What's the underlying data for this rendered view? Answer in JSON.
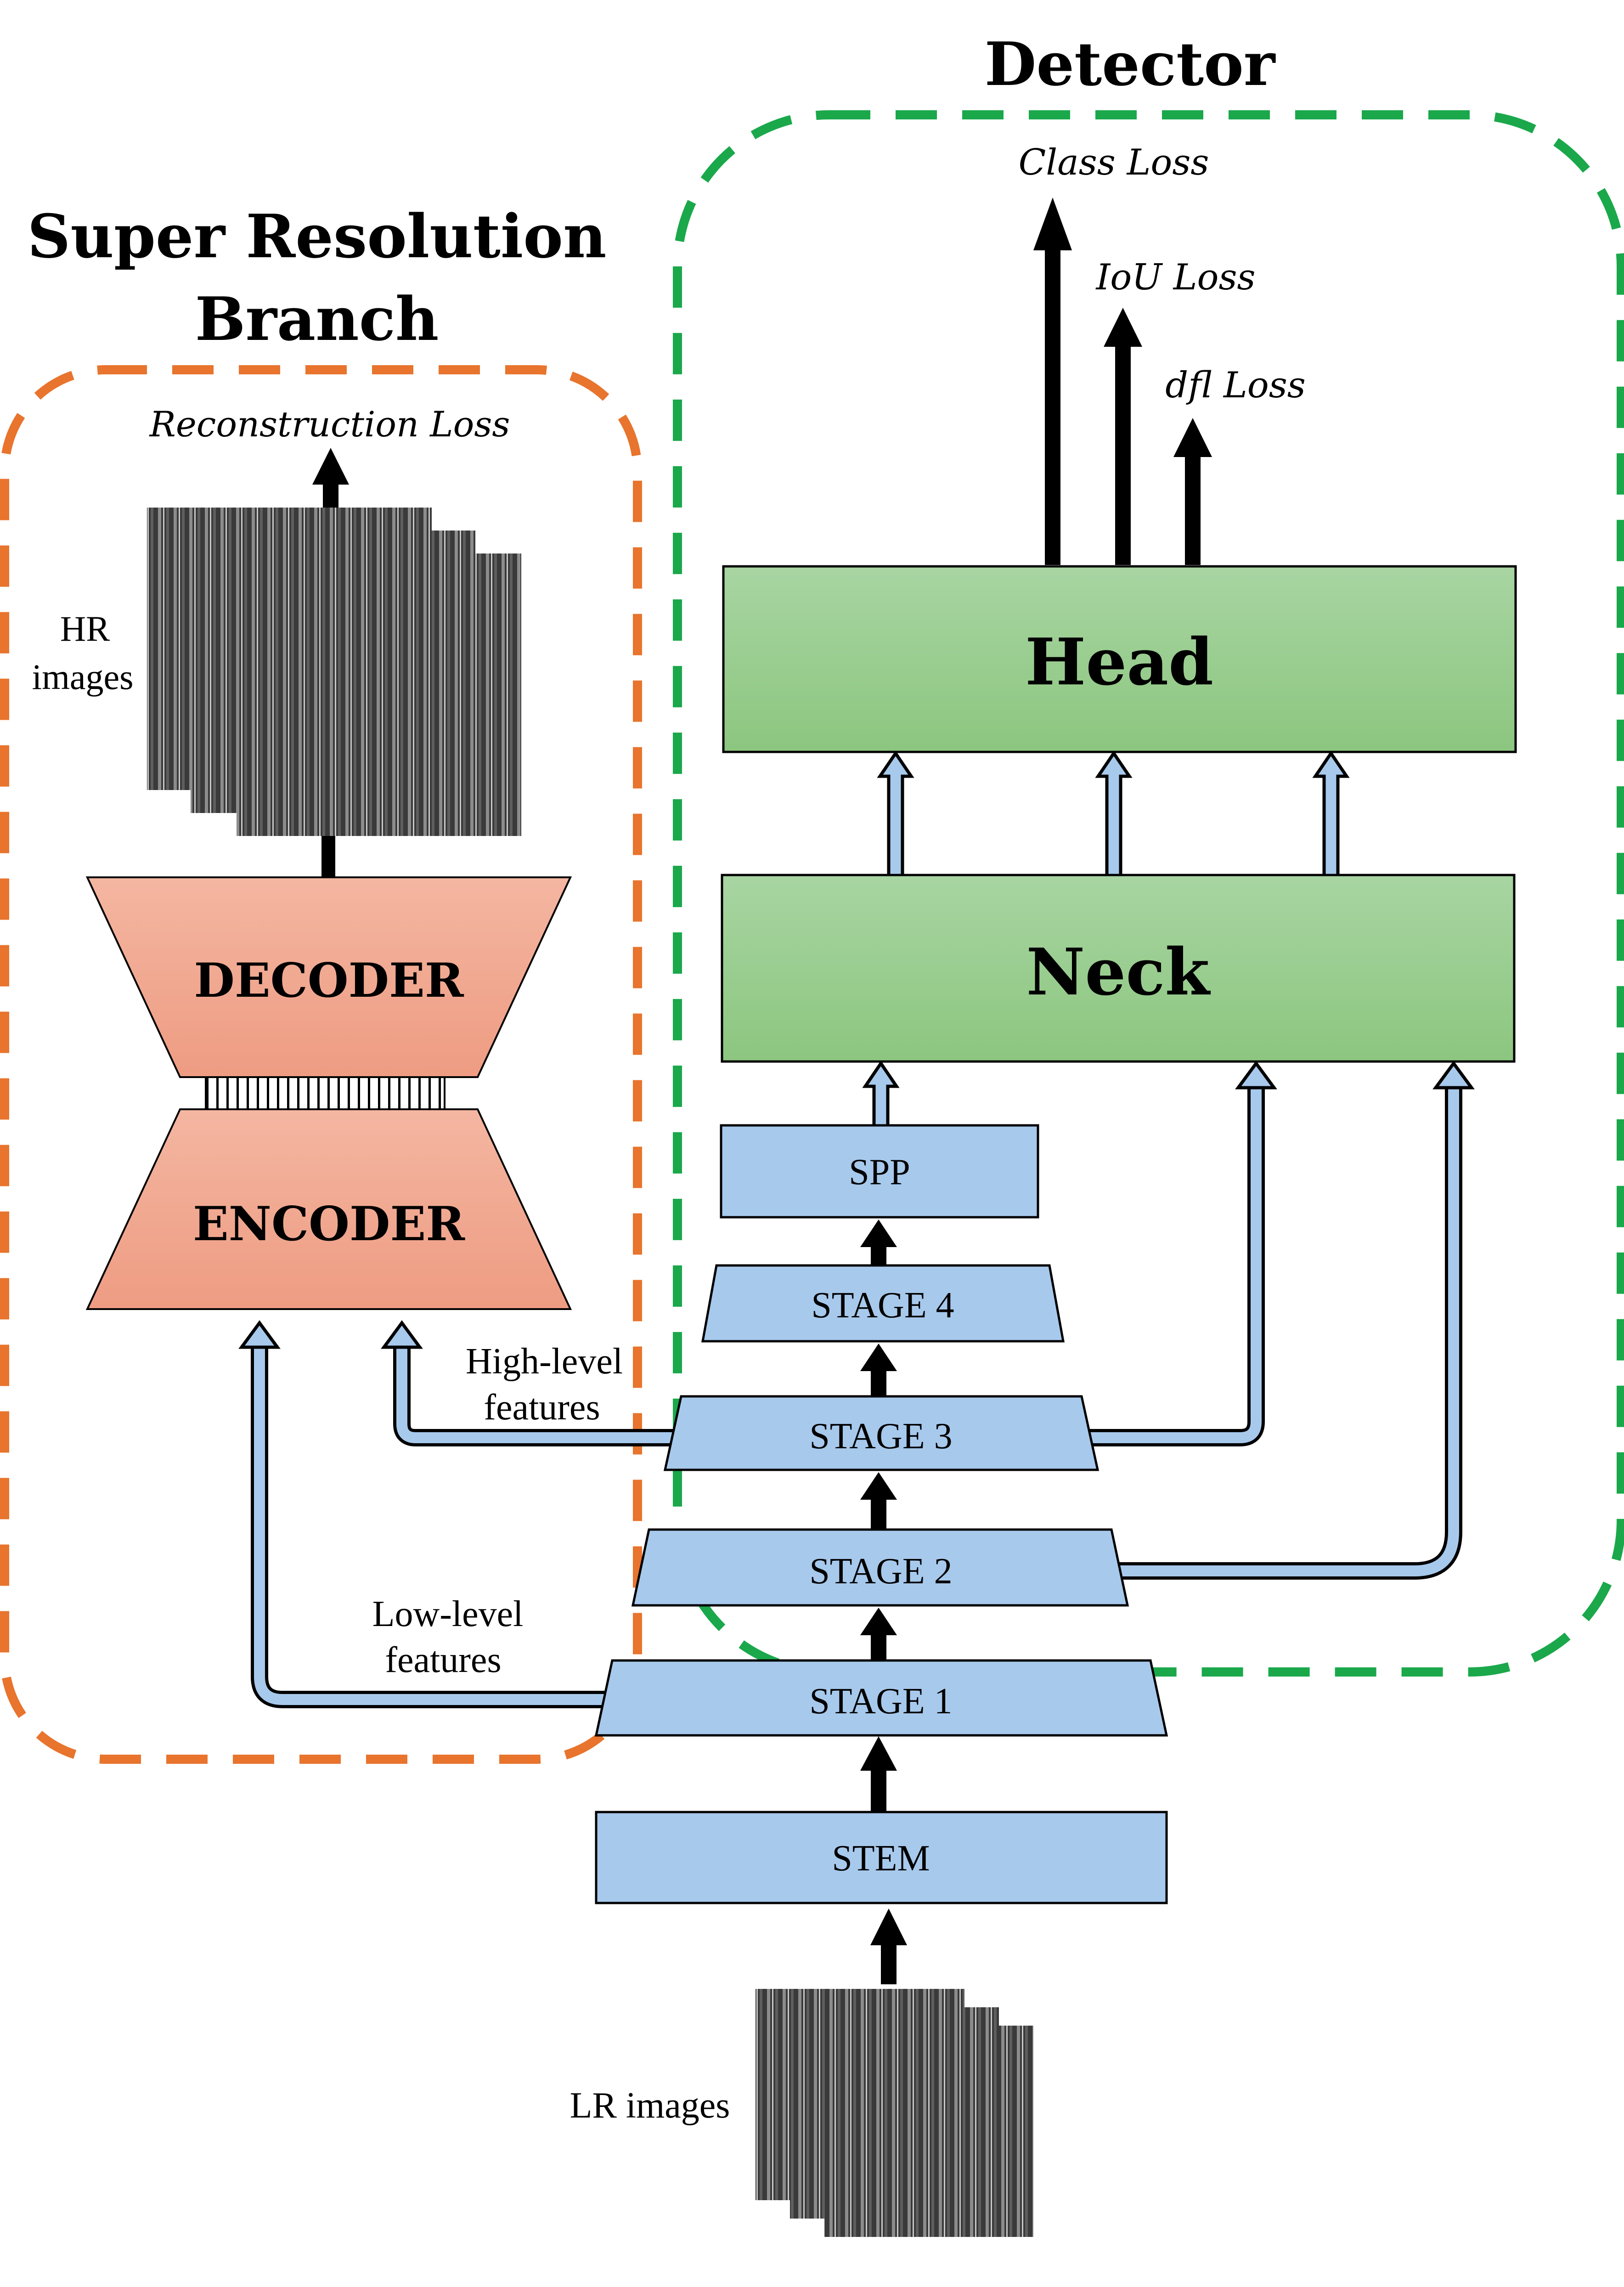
{
  "colors": {
    "detector_border": "#1aa84b",
    "sr_border": "#e8742d",
    "green_box_top": "#a8d5a2",
    "green_box_bottom": "#8cc67f",
    "blue_box": "#a7c9ec",
    "salmon_top": "#f4b6a1",
    "salmon_bottom": "#ee9c82",
    "black_arrow": "#000000"
  },
  "detector": {
    "title": "Detector",
    "losses": {
      "class": "Class Loss",
      "iou": "IoU Loss",
      "dfl": "dfl Loss"
    },
    "head": "Head",
    "neck": "Neck"
  },
  "sr_branch": {
    "title_line1": "Super Resolution",
    "title_line2": "Branch",
    "loss": "Reconstruction Loss",
    "hr_label_line1": "HR",
    "hr_label_line2": "images",
    "decoder": "DECODER",
    "encoder": "ENCODER"
  },
  "backbone": {
    "spp": "SPP",
    "stage4": "STAGE 4",
    "stage3": "STAGE 3",
    "stage2": "STAGE 2",
    "stage1": "STAGE 1",
    "stem": "STEM"
  },
  "labels": {
    "high_line1": "High-level",
    "high_line2": "features",
    "low_line1": "Low-level",
    "low_line2": "features",
    "lr_images": "LR images"
  }
}
